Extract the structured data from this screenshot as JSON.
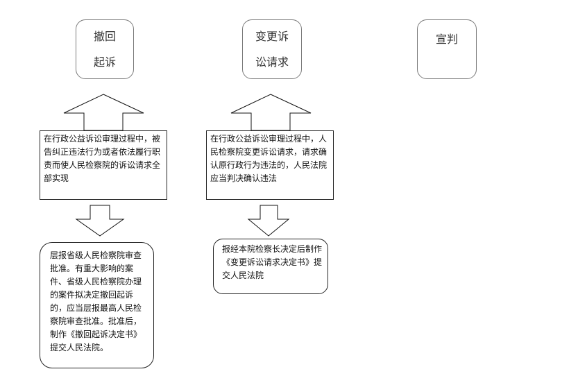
{
  "columns": [
    {
      "title": "撤回\n起诉",
      "condition": "在行政公益诉讼审理过程中，被告纠正违法行为或者依法履行职责而使人民检察院的诉讼请求全部实现",
      "result": "层报省级人民检察院审查批准。有重大影响的案件、省级人民检察院办理的案件拟决定撤回起诉的，应当层报最高人民检察院审查批准。批准后，制作《撤回起诉决定书》提交人民法院。"
    },
    {
      "title": "变更诉\n讼请求",
      "condition": "在行政公益诉讼审理过程中，人民检察院变更诉讼请求，请求确认原行政行为违法的，人民法院应当判决确认违法",
      "result": "报经本院检察长决定后制作《变更诉讼请求决定书》提交人民法院"
    },
    {
      "title": "宣判"
    }
  ]
}
